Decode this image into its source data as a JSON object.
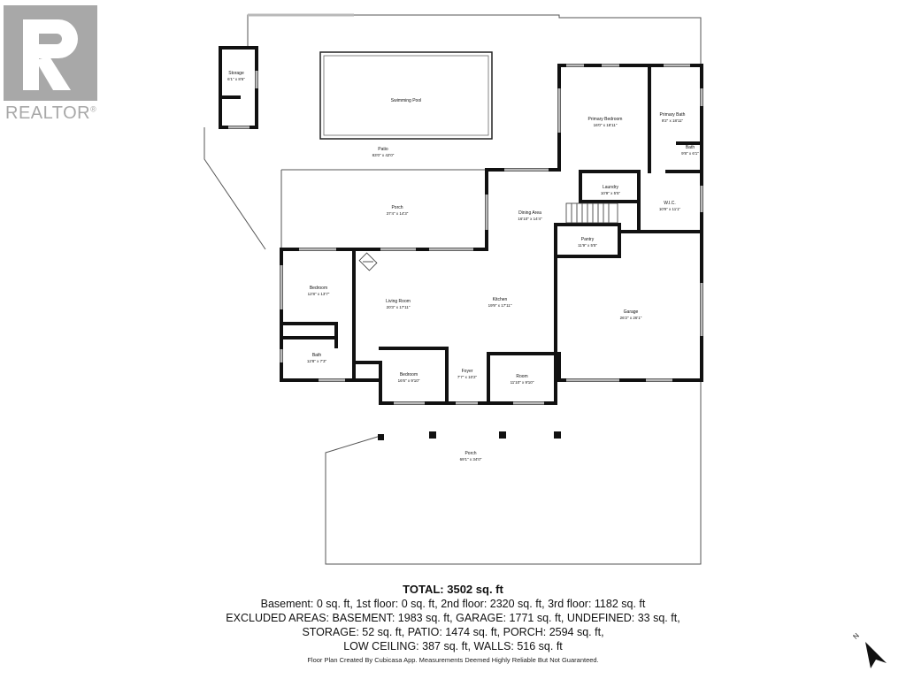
{
  "logo": {
    "text": "REALTOR",
    "symbol": "®"
  },
  "rooms": [
    {
      "id": "storage",
      "name": "Storage",
      "dim": "6'1\" x 8'6\""
    },
    {
      "id": "pool",
      "name": "Swimming Pool",
      "dim": ""
    },
    {
      "id": "patio",
      "name": "Patio",
      "dim": "83'0\" x 42'0\""
    },
    {
      "id": "primary-bedroom",
      "name": "Primary Bedroom",
      "dim": "16'0\" x 18'11\""
    },
    {
      "id": "primary-bath",
      "name": "Primary Bath",
      "dim": "9'2\" x 18'11\""
    },
    {
      "id": "bath-small",
      "name": "Bath",
      "dim": "9'8\" x 6'1\""
    },
    {
      "id": "laundry",
      "name": "Laundry",
      "dim": "10'9\" x 5'5\""
    },
    {
      "id": "wic",
      "name": "W.I.C.",
      "dim": "10'9\" x 11'1\""
    },
    {
      "id": "porch-back",
      "name": "Porch",
      "dim": "37'4\" x 14'3\""
    },
    {
      "id": "dining",
      "name": "Dining Area",
      "dim": "16'10\" x 14'4\""
    },
    {
      "id": "pantry",
      "name": "Pantry",
      "dim": "11'9\" x 5'5\""
    },
    {
      "id": "bedroom-1",
      "name": "Bedroom",
      "dim": "12'8\" x 13'7\""
    },
    {
      "id": "living",
      "name": "Living Room",
      "dim": "20'3\" x 17'11\""
    },
    {
      "id": "kitchen",
      "name": "Kitchen",
      "dim": "19'9\" x 17'11\""
    },
    {
      "id": "garage",
      "name": "Garage",
      "dim": "26'2\" x 26'1\""
    },
    {
      "id": "bath-2",
      "name": "Bath",
      "dim": "12'8\" x 7'3\""
    },
    {
      "id": "bedroom-2",
      "name": "Bedroom",
      "dim": "16'6\" x 9'10\""
    },
    {
      "id": "foyer",
      "name": "Foyer",
      "dim": "7'7\" x 10'2\""
    },
    {
      "id": "room",
      "name": "Room",
      "dim": "11'10\" x 9'10\""
    },
    {
      "id": "porch-front",
      "name": "Porch",
      "dim": "69'1\" x 34'0\""
    }
  ],
  "summary": {
    "total": "TOTAL: 3502 sq. ft",
    "lines": [
      "Basement: 0 sq. ft, 1st floor: 0 sq. ft, 2nd floor: 2320 sq. ft, 3rd floor: 1182 sq. ft",
      "EXCLUDED AREAS: BASEMENT: 1983 sq. ft, GARAGE: 1771 sq. ft, UNDEFINED: 33 sq. ft,",
      "STORAGE: 52 sq. ft, PATIO: 1474 sq. ft, PORCH: 2594 sq. ft,",
      "LOW CEILING: 387 sq. ft, WALLS: 516 sq. ft"
    ],
    "footnote": "Floor Plan Created By Cubicasa App. Measurements Deemed Highly Reliable But Not Guaranteed."
  },
  "compass": {
    "label": "N"
  }
}
